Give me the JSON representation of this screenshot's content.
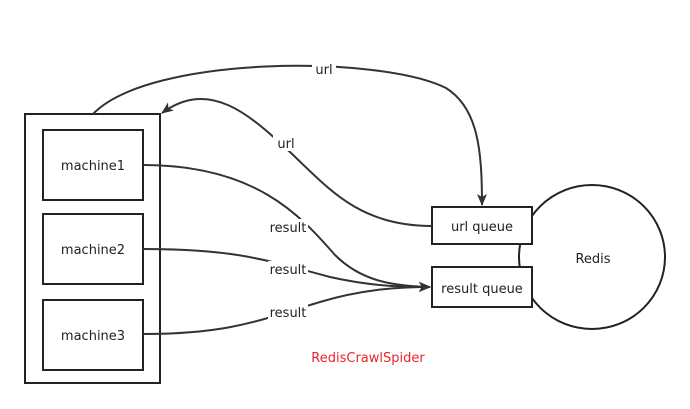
{
  "nodes": {
    "machine1": "machine1",
    "machine2": "machine2",
    "machine3": "machine3",
    "url_queue": "url queue",
    "result_queue": "result queue",
    "redis": "Redis"
  },
  "edges": {
    "url_top": "url",
    "url_return": "url",
    "result1": "result",
    "result2": "result",
    "result3": "result"
  },
  "caption": "RedisCrawlSpider",
  "colors": {
    "stroke": "#333333",
    "caption": "#e8262b"
  }
}
